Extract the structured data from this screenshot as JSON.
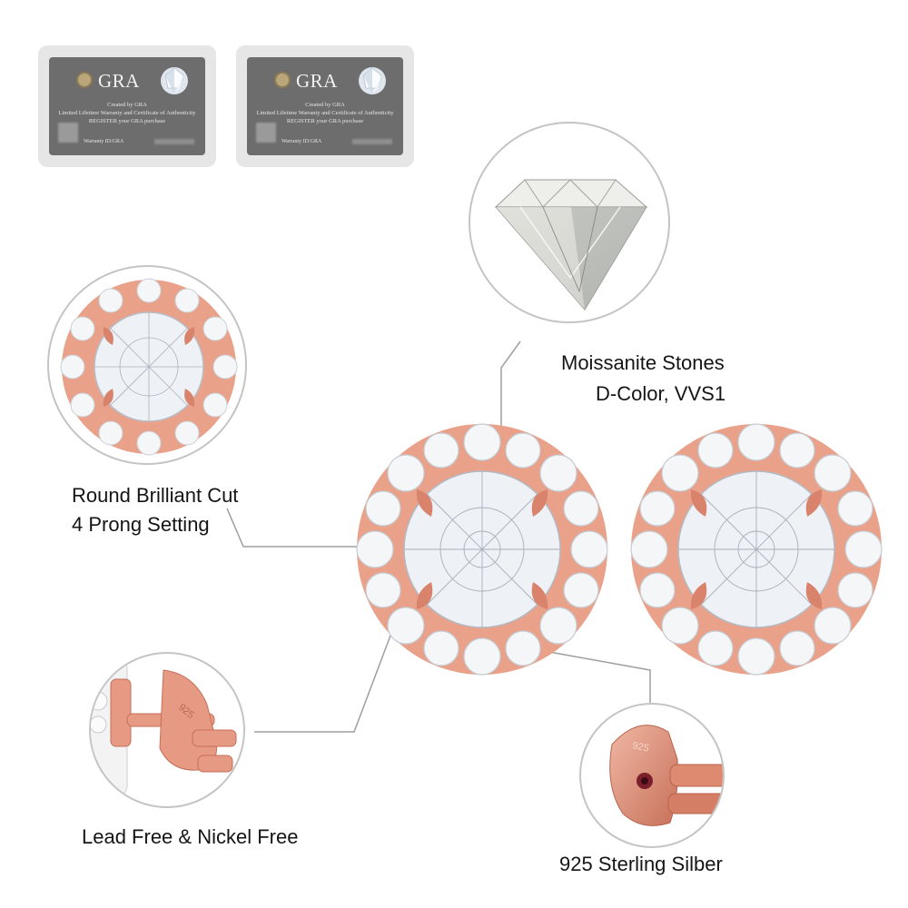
{
  "certificates": [
    {
      "brand": "GRA",
      "created_by": "Created by GRA",
      "warranty_line": "Limited Lifetime Warranty and Certificate of Authenticity",
      "register_line": "REGISTER your GRA purchase",
      "warranty_id": "Warranty ID:GRA"
    },
    {
      "brand": "GRA",
      "created_by": "Created by GRA",
      "warranty_line": "Limited Lifetime Warranty and Certificate of Authenticity",
      "register_line": "REGISTER your GRA purchase",
      "warranty_id": "Warranty ID:GRA"
    }
  ],
  "features": {
    "stones_line1": "Moissanite Stones",
    "stones_line2": "D-Color, VVS1",
    "cut_line1": "Round Brilliant Cut",
    "cut_line2": "4 Prong Setting",
    "lead_free": "Lead Free & Nickel Free",
    "silver": "925 Sterling Silber"
  },
  "stamp": "925",
  "colors": {
    "rose_gold": "#e79a83",
    "rose_gold_dark": "#c56f59",
    "callout_line": "#9e9e9e",
    "circle_border": "#c4c4c4",
    "certificate_bg": "#6d6d6d"
  }
}
